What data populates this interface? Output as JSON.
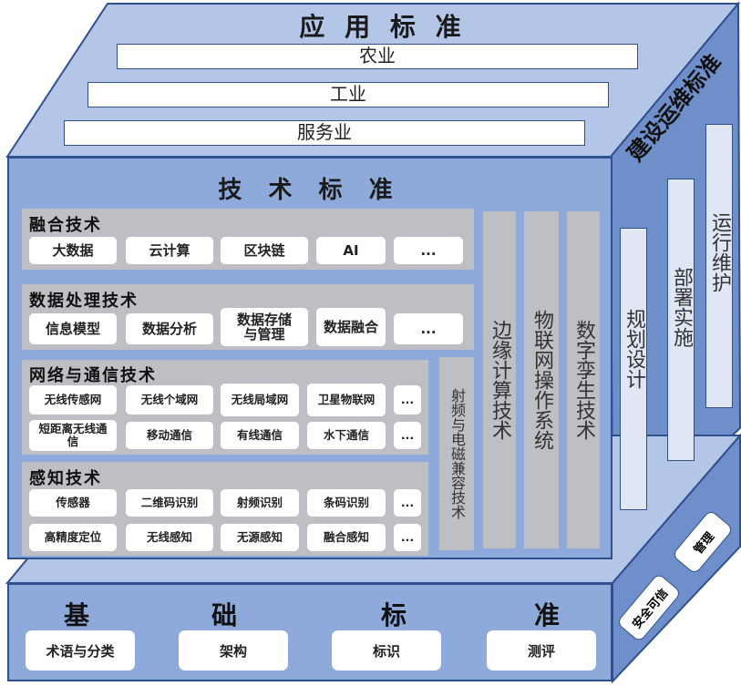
{
  "application_standard": {
    "title": "应 用 标 准",
    "bars": [
      "农业",
      "工业",
      "服务业"
    ]
  },
  "construction_standard": {
    "title": "建设运维标准",
    "columns": [
      "规划设计",
      "部署实施",
      "运行维护"
    ]
  },
  "technical_standard": {
    "title": "技 术 标 准",
    "fusion": {
      "title": "融合技术",
      "items": [
        "大数据",
        "云计算",
        "区块链",
        "AI",
        "..."
      ]
    },
    "data_processing": {
      "title": "数据处理技术",
      "items": [
        "信息模型",
        "数据分析",
        "数据存储与管理",
        "数据融合",
        "..."
      ]
    },
    "network": {
      "title": "网络与通信技术",
      "row1": [
        "无线传感网",
        "无线个域网",
        "无线局域网",
        "卫星物联网",
        "..."
      ],
      "row2": [
        "短距离无线通信",
        "移动通信",
        "有线通信",
        "水下通信",
        "..."
      ]
    },
    "sensing": {
      "title": "感知技术",
      "row1": [
        "传感器",
        "二维码识别",
        "射频识别",
        "条码识别",
        "..."
      ],
      "row2": [
        "高精度定位",
        "无线感知",
        "无源感知",
        "融合感知",
        "..."
      ]
    },
    "rf_emc": "射频与电磁兼容技术",
    "edge": "边缘计算技术",
    "iot_os": "物联网操作系统",
    "digital_twin": "数字孪生技术"
  },
  "basic_standard": {
    "title": [
      "基",
      "础",
      "标",
      "准"
    ],
    "items": [
      "术语与分类",
      "架构",
      "标识",
      "测评"
    ]
  },
  "side_labels": {
    "security": "安全可信",
    "management": "管理"
  },
  "colors": {
    "face": "#8eaadb",
    "top": "#b4c6e7",
    "side": "#6f8fcb",
    "border": "#2f4f8f",
    "panel": "#bdbfc4"
  }
}
